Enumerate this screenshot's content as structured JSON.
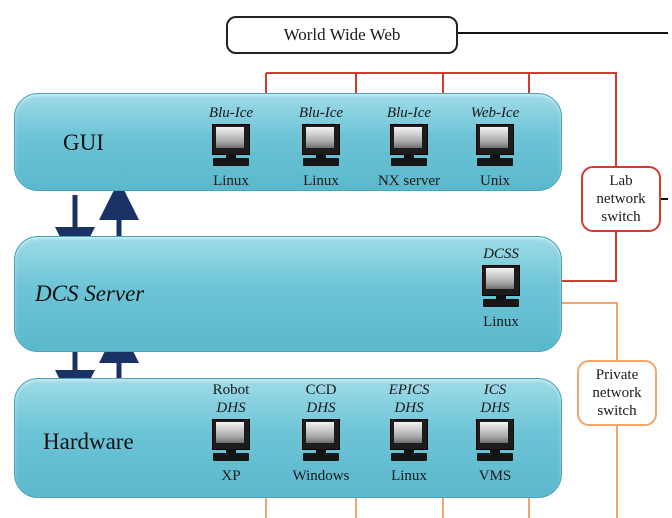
{
  "www": {
    "label": "World Wide Web"
  },
  "switches": {
    "lab": [
      "Lab",
      "network",
      "switch"
    ],
    "private": [
      "Private",
      "network",
      "switch"
    ]
  },
  "layers": {
    "gui": {
      "title": "GUI",
      "nodes": [
        {
          "top": "Blu-Ice",
          "bottom": "Linux"
        },
        {
          "top": "Blu-Ice",
          "bottom": "Linux"
        },
        {
          "top": "Blu-Ice",
          "bottom": "NX server"
        },
        {
          "top": "Web-Ice",
          "bottom": "Unix"
        }
      ]
    },
    "dcs": {
      "title": "DCS Server",
      "nodes": [
        {
          "top": "DCSS",
          "bottom": "Linux"
        }
      ]
    },
    "hardware": {
      "title": "Hardware",
      "nodes": [
        {
          "top1": "Robot",
          "top2": "DHS",
          "bottom": "XP"
        },
        {
          "top1": "CCD",
          "top2": "DHS",
          "bottom": "Windows"
        },
        {
          "top1": "EPICS",
          "top2": "DHS",
          "bottom": "Linux"
        },
        {
          "top1": "ICS",
          "top2": "DHS",
          "bottom": "VMS"
        }
      ]
    }
  },
  "colors": {
    "lab_network_line": "#d23b2f",
    "private_network_line": "#f0a66c",
    "www_line": "#111111",
    "layer_fill": "#6cc4d6",
    "arrow": "#1b3266"
  }
}
